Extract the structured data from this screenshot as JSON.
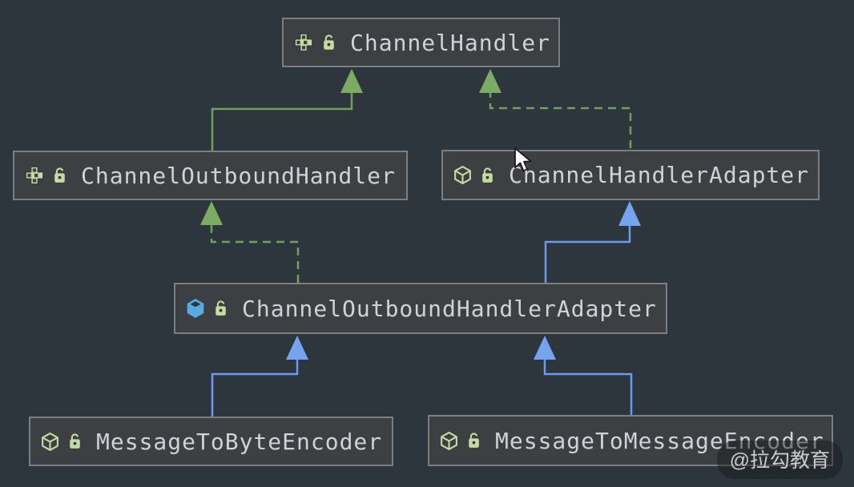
{
  "diagram": {
    "tool": "uml-class-hierarchy",
    "colors": {
      "canvas_background": "#2d363c",
      "node_fill": "#3d4043",
      "node_border": "#7c7e80",
      "node_text": "#ced3d9",
      "edge_green": "#74a05d",
      "edge_blue": "#6b9af0",
      "icon_green": "#c6db9f",
      "icon_blue": "#58abde"
    }
  },
  "nodes": [
    {
      "id": "ChannelHandler",
      "label": "ChannelHandler",
      "icon": "interface",
      "visibility": "public"
    },
    {
      "id": "ChannelOutboundHandler",
      "label": "ChannelOutboundHandler",
      "icon": "interface",
      "visibility": "public"
    },
    {
      "id": "ChannelHandlerAdapter",
      "label": "ChannelHandlerAdapter",
      "icon": "class",
      "visibility": "public"
    },
    {
      "id": "ChannelOutboundHandlerAdapter",
      "label": "ChannelOutboundHandlerAdapter",
      "icon": "class-highlighted",
      "visibility": "public"
    },
    {
      "id": "MessageToByteEncoder",
      "label": "MessageToByteEncoder",
      "icon": "class",
      "visibility": "public"
    },
    {
      "id": "MessageToMessageEncoder",
      "label": "MessageToMessageEncoder",
      "icon": "class",
      "visibility": "public"
    }
  ],
  "edges": [
    {
      "from": "ChannelOutboundHandler",
      "to": "ChannelHandler",
      "style": "solid",
      "color": "green",
      "relation": "extends"
    },
    {
      "from": "ChannelHandlerAdapter",
      "to": "ChannelHandler",
      "style": "dashed",
      "color": "green",
      "relation": "implements"
    },
    {
      "from": "ChannelOutboundHandlerAdapter",
      "to": "ChannelOutboundHandler",
      "style": "dashed",
      "color": "green",
      "relation": "implements"
    },
    {
      "from": "ChannelOutboundHandlerAdapter",
      "to": "ChannelHandlerAdapter",
      "style": "solid",
      "color": "blue",
      "relation": "extends"
    },
    {
      "from": "MessageToByteEncoder",
      "to": "ChannelOutboundHandlerAdapter",
      "style": "solid",
      "color": "blue",
      "relation": "extends"
    },
    {
      "from": "MessageToMessageEncoder",
      "to": "ChannelOutboundHandlerAdapter",
      "style": "solid",
      "color": "blue",
      "relation": "extends"
    }
  ],
  "watermark": {
    "text": "@拉勾教育"
  }
}
